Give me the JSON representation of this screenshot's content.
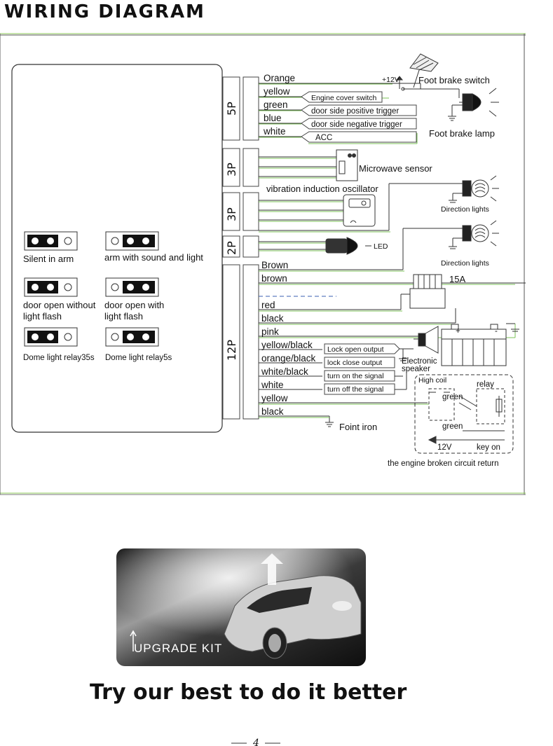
{
  "title": "WIRING DIAGRAM",
  "connectors": [
    "5P",
    "3P",
    "3P",
    "2P",
    "12P"
  ],
  "connector_5p_wires": [
    "Orange",
    "yellow",
    "green",
    "blue",
    "white"
  ],
  "connector_12p_wires": [
    "Brown",
    "brown",
    "red",
    "black",
    "pink",
    "yellow/black",
    "orange/black",
    "white/black",
    "white",
    "yellow",
    "black"
  ],
  "signal_boxes": {
    "engine_cover": "Engine cover switch",
    "door_pos": "door side positive trigger",
    "door_neg": "door side negative trigger",
    "acc": "ACC",
    "lock_open": "Lock open output",
    "lock_close": "lock close output",
    "turn_on": "turn on the signal",
    "turn_off": "turn off the signal"
  },
  "components": {
    "plus12v": "+12V",
    "foot_brake_switch": "Foot brake switch",
    "foot_brake_lamp": "Foot brake lamp",
    "microwave": "Microwave sensor",
    "vibration": "vibration induction oscillator",
    "direction1": "Direction lights",
    "direction2": "Direction lights",
    "led": "LED",
    "fuse": "15A",
    "speaker1": "Electronic",
    "speaker2": "speaker",
    "high_coil": "High coil",
    "relay": "relay",
    "green1": "green",
    "green2": "green",
    "v12": "12V",
    "key_on": "key on",
    "engine_return": "the engine broken circuit return",
    "foint_iron": "Foint iron",
    "plus": "+",
    "minus": "-"
  },
  "jumper_settings": [
    {
      "label1": "Silent in arm",
      "label2": "",
      "jumper": "left"
    },
    {
      "label1": "arm with sound  and light",
      "label2": "",
      "jumper": "right"
    },
    {
      "label1": "door open without",
      "label2": "light flash",
      "jumper": "left"
    },
    {
      "label1": "door open with",
      "label2": "light flash",
      "jumper": "right"
    },
    {
      "label1": "Dome light relay35s",
      "label2": "",
      "jumper": "left"
    },
    {
      "label1": "Dome light relay5s",
      "label2": "",
      "jumper": "right"
    }
  ],
  "banner_text": "UPGRADE KIT",
  "slogan": "Try our best to do it better",
  "page_number": "4",
  "colors": {
    "line": "#3d3d3d",
    "green_border": "#8ec95a",
    "banner_bg": "#2a2a2a"
  }
}
